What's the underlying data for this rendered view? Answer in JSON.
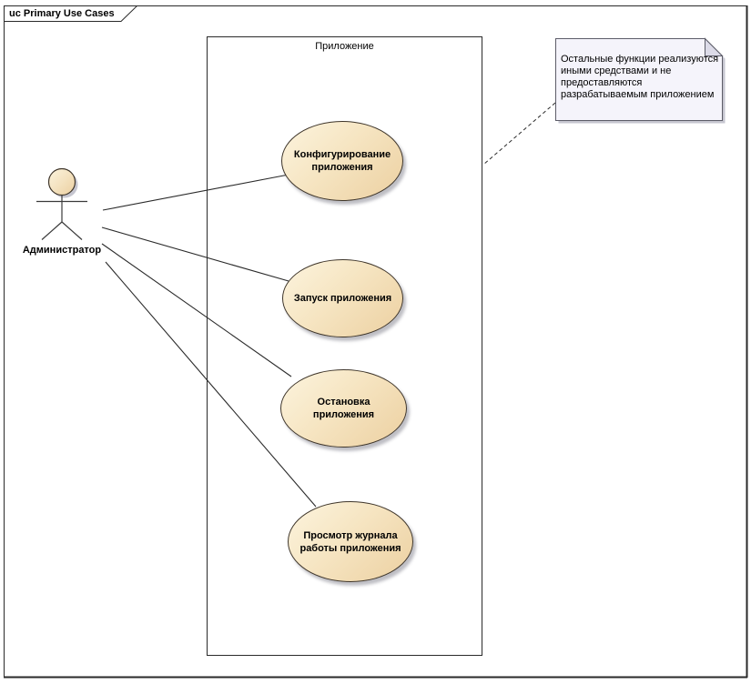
{
  "frame": {
    "title": "uc Primary Use Cases"
  },
  "system_boundary": {
    "label": "Приложение"
  },
  "actor": {
    "label": "Администратор"
  },
  "use_cases": [
    {
      "lines": [
        "Конфигурирование",
        "приложения"
      ]
    },
    {
      "lines": [
        "Запуск приложения"
      ]
    },
    {
      "lines": [
        "Остановка",
        "приложения"
      ]
    },
    {
      "lines": [
        "Просмотр журнала",
        "работы приложения"
      ]
    }
  ],
  "note": {
    "lines": [
      "Остальные функции реализуются",
      "иными средствами и не",
      "предоставляются",
      "разрабатываемым приложением"
    ]
  },
  "colors": {
    "usecase_fill_light": "#fcf4de",
    "usecase_fill_dark": "#ecd0a1",
    "usecase_border": "#3e352a",
    "note_fill": "#f5f4fb",
    "note_fold": "#dcdbe8",
    "note_border": "#5c5c68",
    "stroke": "#2a2a2a",
    "shadow": "#c6c6d0"
  }
}
